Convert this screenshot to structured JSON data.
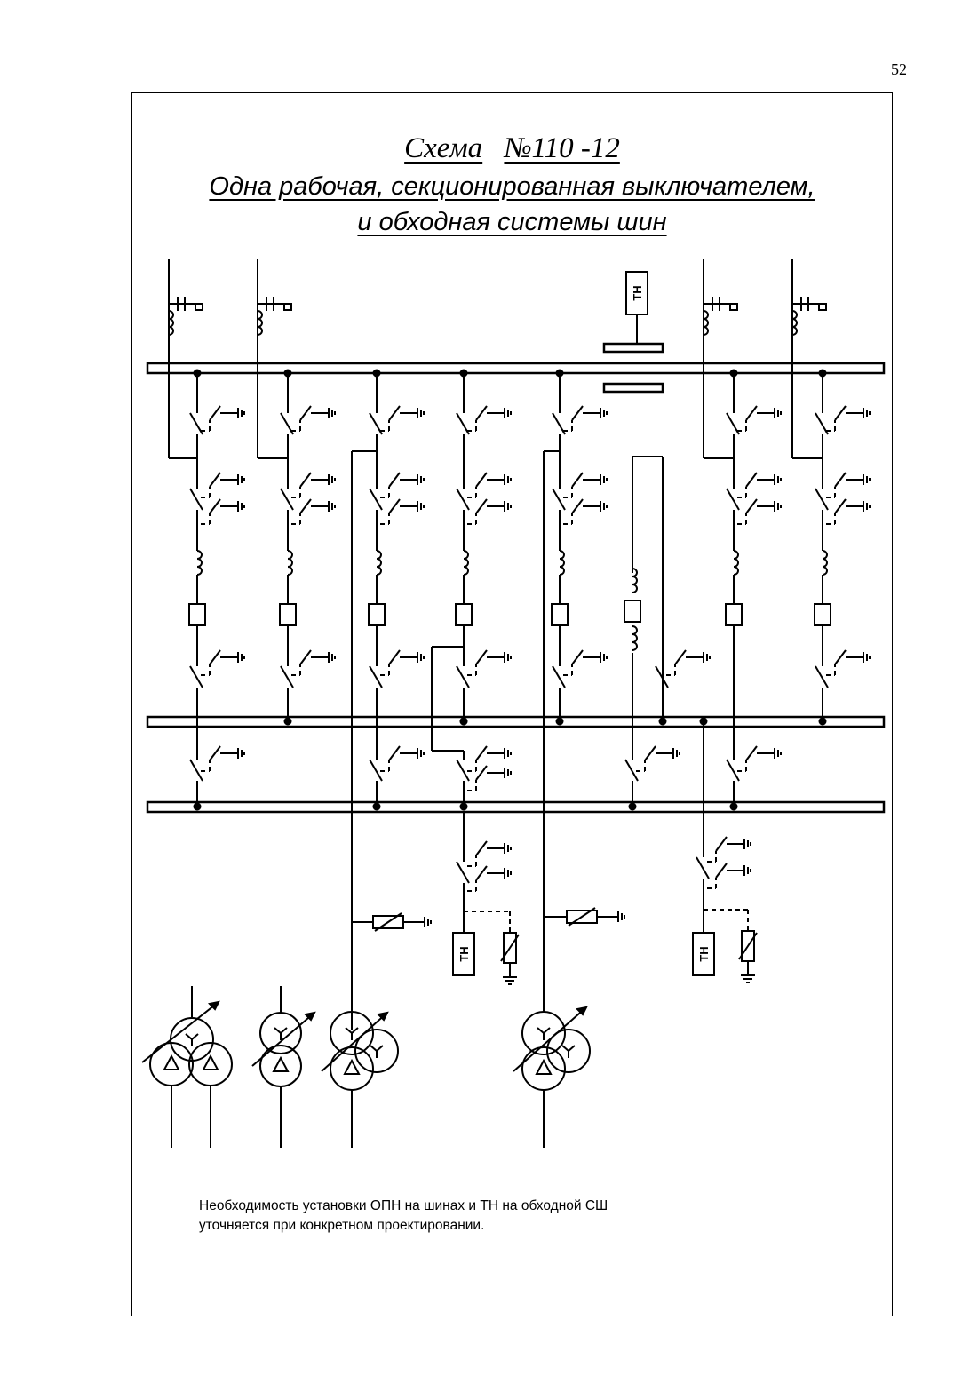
{
  "page": {
    "number": "52"
  },
  "title": {
    "scheme_label": "Схема",
    "scheme_number": "№110 -12",
    "line2": "Одна рабочая, секционированная выключателем,",
    "line3": "и обходная системы шин"
  },
  "labels": {
    "vt": "ТН"
  },
  "note": {
    "line1": "Необходимость установки ОПН  на шинах и ТН на обходной СШ",
    "line2": "уточняется при конкретном проектировании."
  },
  "colors": {
    "ink": "#000000",
    "background": "#ffffff"
  }
}
